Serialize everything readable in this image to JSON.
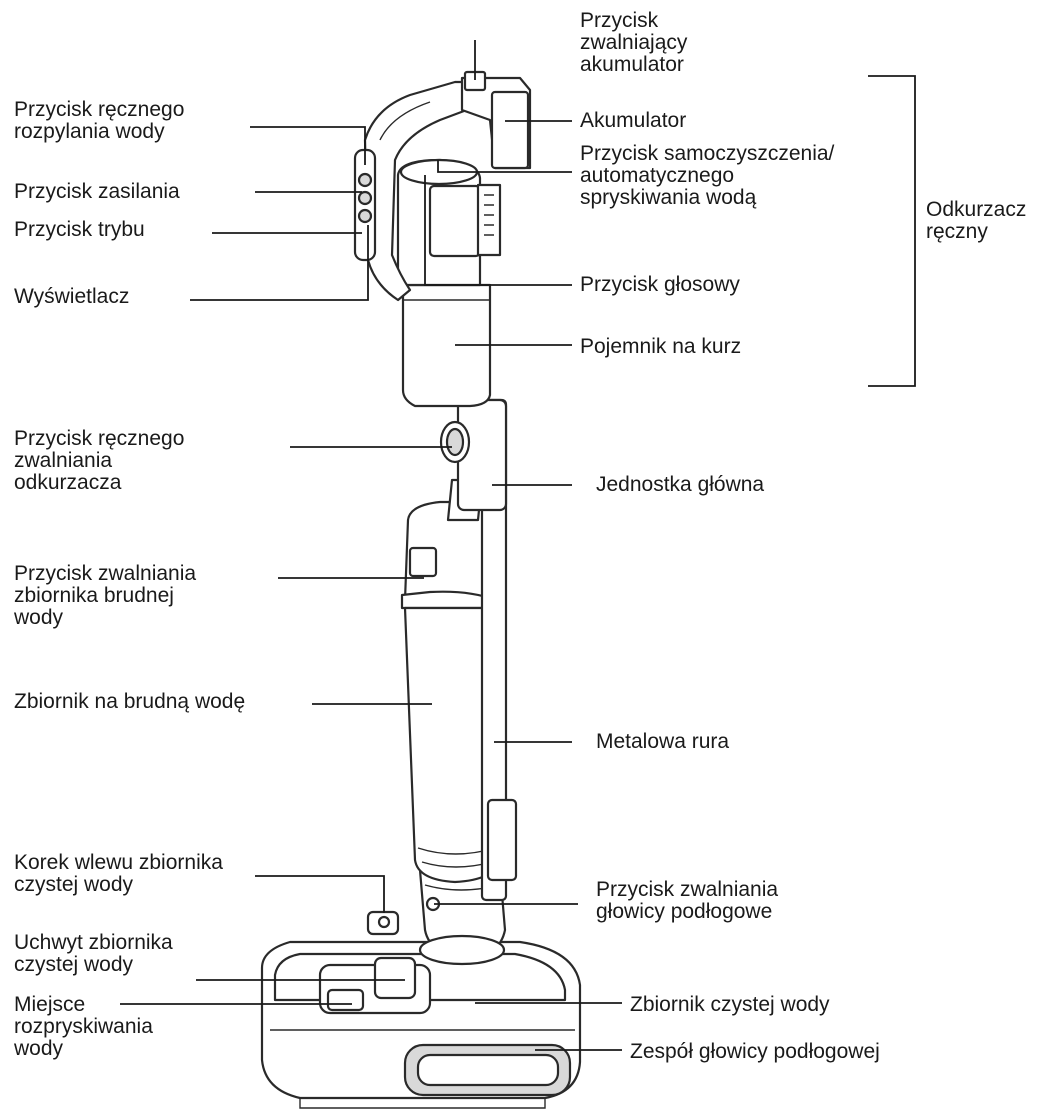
{
  "diagram": {
    "labels": {
      "battery_release": "Przycisk\nzwalniający\nakumulator",
      "manual_spray": "Przycisk ręcznego\nrozpylania wody",
      "battery": "Akumulator",
      "self_clean": "Przycisk samoczyszczenia/\nautomatycznego\nspryskiwania wodą",
      "power": "Przycisk zasilania",
      "mode": "Przycisk trybu",
      "handheld": "Odkurzacz\nręczny",
      "display": "Wyświetlacz",
      "voice": "Przycisk głosowy",
      "dust_container": "Pojemnik na kurz",
      "manual_release": "Przycisk ręcznego\nzwalniania\nodkurzacza",
      "main_unit": "Jednostka główna",
      "dirty_tank_release": "Przycisk zwalniania\nzbiornika brudnej\nwody",
      "dirty_tank": "Zbiornik na brudną wodę",
      "metal_tube": "Metalowa rura",
      "clean_tank_cap": "Korek wlewu zbiornika\nczystej wody",
      "floor_head_release": "Przycisk zwalniania\ngłowicy podłogowe",
      "clean_tank_handle": "Uchwyt zbiornika\nczystej wody",
      "spray_area": "Miejsce\nrozpryskiwania\nwody",
      "clean_tank": "Zbiornik czystej wody",
      "floor_head": "Zespół głowicy podłogowej"
    }
  }
}
